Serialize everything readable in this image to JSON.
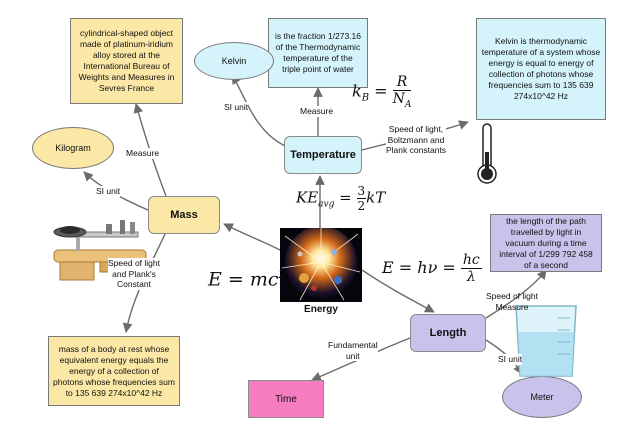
{
  "nodes": {
    "energy": "Energy",
    "mass": "Mass",
    "temperature": "Temperature",
    "length": "Length",
    "time": "Time",
    "kelvin": "Kelvin",
    "kilogram": "Kilogram",
    "meter": "Meter"
  },
  "descriptions": {
    "kilogram_def": "cylindrical-shaped object made of platinum-iridium alloy stored at the International Bureau of Weights and Measures in Sevres France",
    "triple_point": "is the fraction 1/273.16 of the Thermodynamic temperature of the triple point of water",
    "kelvin_def": "Kelvin is thermodynamic temperature of a system whose energy is equal to energy of collection of photons whose frequencies sum to 135 639 274x10^42 Hz",
    "meter_def": "the length of the path travelled by light in vacuum during a time interval of 1/299 792 458 of a second",
    "mass_def": "mass of a body at rest whose equivalent energy equals the energy of a collection of photons whose frequencies sum to 135 639 274x10^42 Hz"
  },
  "links": {
    "si_unit_kelvin": "SI unit",
    "measure_temp": "Measure",
    "speed_boltzmann": "Speed of light,\nBoltzmann and\nPlank constants",
    "measure_mass": "Measure",
    "si_unit_mass": "SI unit",
    "speed_plank": "Speed of light\nand Plank's\nConstant",
    "speed_measure_length": "Speed of light\nMeasure",
    "si_unit_meter": "SI unit",
    "fundamental_unit": "Fundamental\nunit"
  },
  "colors": {
    "yellow_fill": "#fbe8a6",
    "cyan_fill": "#d4f3fb",
    "lavender_fill": "#c9c3ec",
    "time_fill": "#f77cc0",
    "arrow": "#6b6b6b"
  }
}
